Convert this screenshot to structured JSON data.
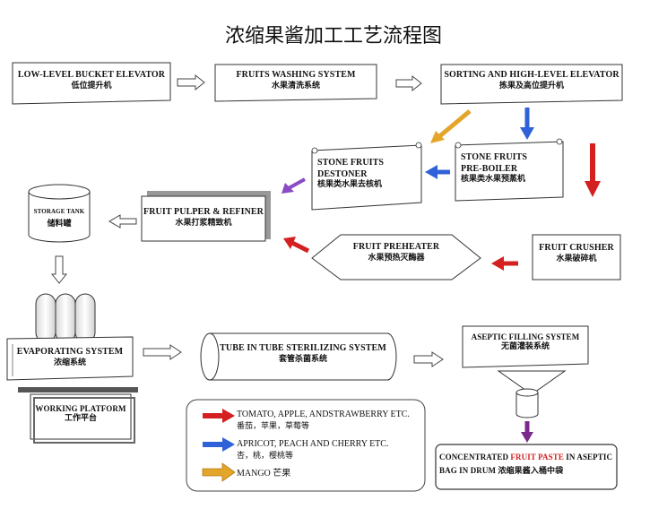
{
  "title": "浓缩果酱加工工艺流程图",
  "nodes": {
    "bucket_elevator": {
      "en": "LOW-LEVEL BUCKET ELEVATOR",
      "zh": "低位提升机"
    },
    "washing": {
      "en": "FRUITS WASHING SYSTEM",
      "zh": "水果清洗系统"
    },
    "sorting": {
      "en": "SORTING AND HIGH-LEVEL ELEVATOR",
      "zh": "拣果及高位提升机"
    },
    "destoner": {
      "en1": "STONE FRUITS",
      "en2": "DESTONER",
      "zh": "核果类水果去核机"
    },
    "preboiler": {
      "en1": "STONE FRUITS",
      "en2": "PRE-BOILER",
      "zh": "核果类水果预蒸机"
    },
    "storage_tank": {
      "en": "STORAGE TANK",
      "zh": "储料罐"
    },
    "pulper": {
      "en": "FRUIT PULPER & REFINER",
      "zh": "水果打浆精致机"
    },
    "preheater": {
      "en": "FRUIT PREHEATER",
      "zh": "水果预热灭酶器"
    },
    "crusher": {
      "en": "FRUIT CRUSHER",
      "zh": "水果破碎机"
    },
    "evaporating": {
      "en": "EVAPORATING SYSTEM",
      "zh": "浓缩系统"
    },
    "working_platform": {
      "en": "WORKING PLATFORM",
      "zh": "工作平台"
    },
    "tube_sterilizer": {
      "en": "TUBE IN TUBE STERILIZING SYSTEM",
      "zh": "套管杀菌系统"
    },
    "aseptic_filling": {
      "en": "ASEPTIC FILLING SYSTEM",
      "zh": "无菌灌装系统"
    },
    "product": {
      "pre": "CONCENTRATED ",
      "highlight": "FRUIT PASTE",
      "post": " IN ASEPTIC",
      "line2": "BAG IN DRUM 浓缩果酱入桶中袋"
    }
  },
  "legend": {
    "red_en": "TOMATO, APPLE, ANDSTRAWBERRY ETC.",
    "red_zh": "番茄，苹果，草莓等",
    "blue_en": "APRICOT, PEACH AND CHERRY ETC.",
    "blue_zh": "杏，桃，樱桃等",
    "orange_text": "MANGO 芒果"
  },
  "colors": {
    "red": "#d42020",
    "blue": "#2f62d8",
    "orange": "#e4a52b",
    "purple": "#8a4bc4",
    "purple_dark": "#7a2a8a"
  }
}
